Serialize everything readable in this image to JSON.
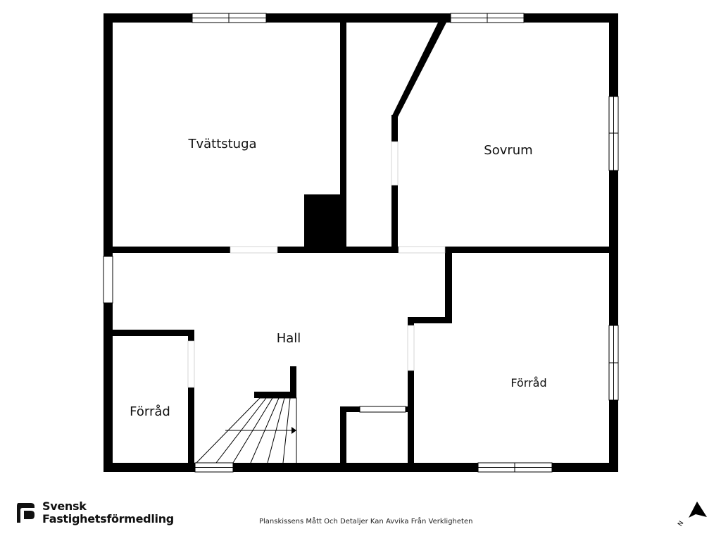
{
  "rooms": {
    "tvattstuga": "Tvättstuga",
    "sovrum": "Sovrum",
    "hall": "Hall",
    "forrad_left": "Förråd",
    "forrad_right": "Förråd"
  },
  "footer": {
    "disclaimer": "Planskissens Mått Och Detaljer Kan Avvika Från Verkligheten"
  },
  "brand": {
    "line1": "Svensk",
    "line2": "Fastighetsförmedling"
  },
  "compass": {
    "label": "N"
  }
}
